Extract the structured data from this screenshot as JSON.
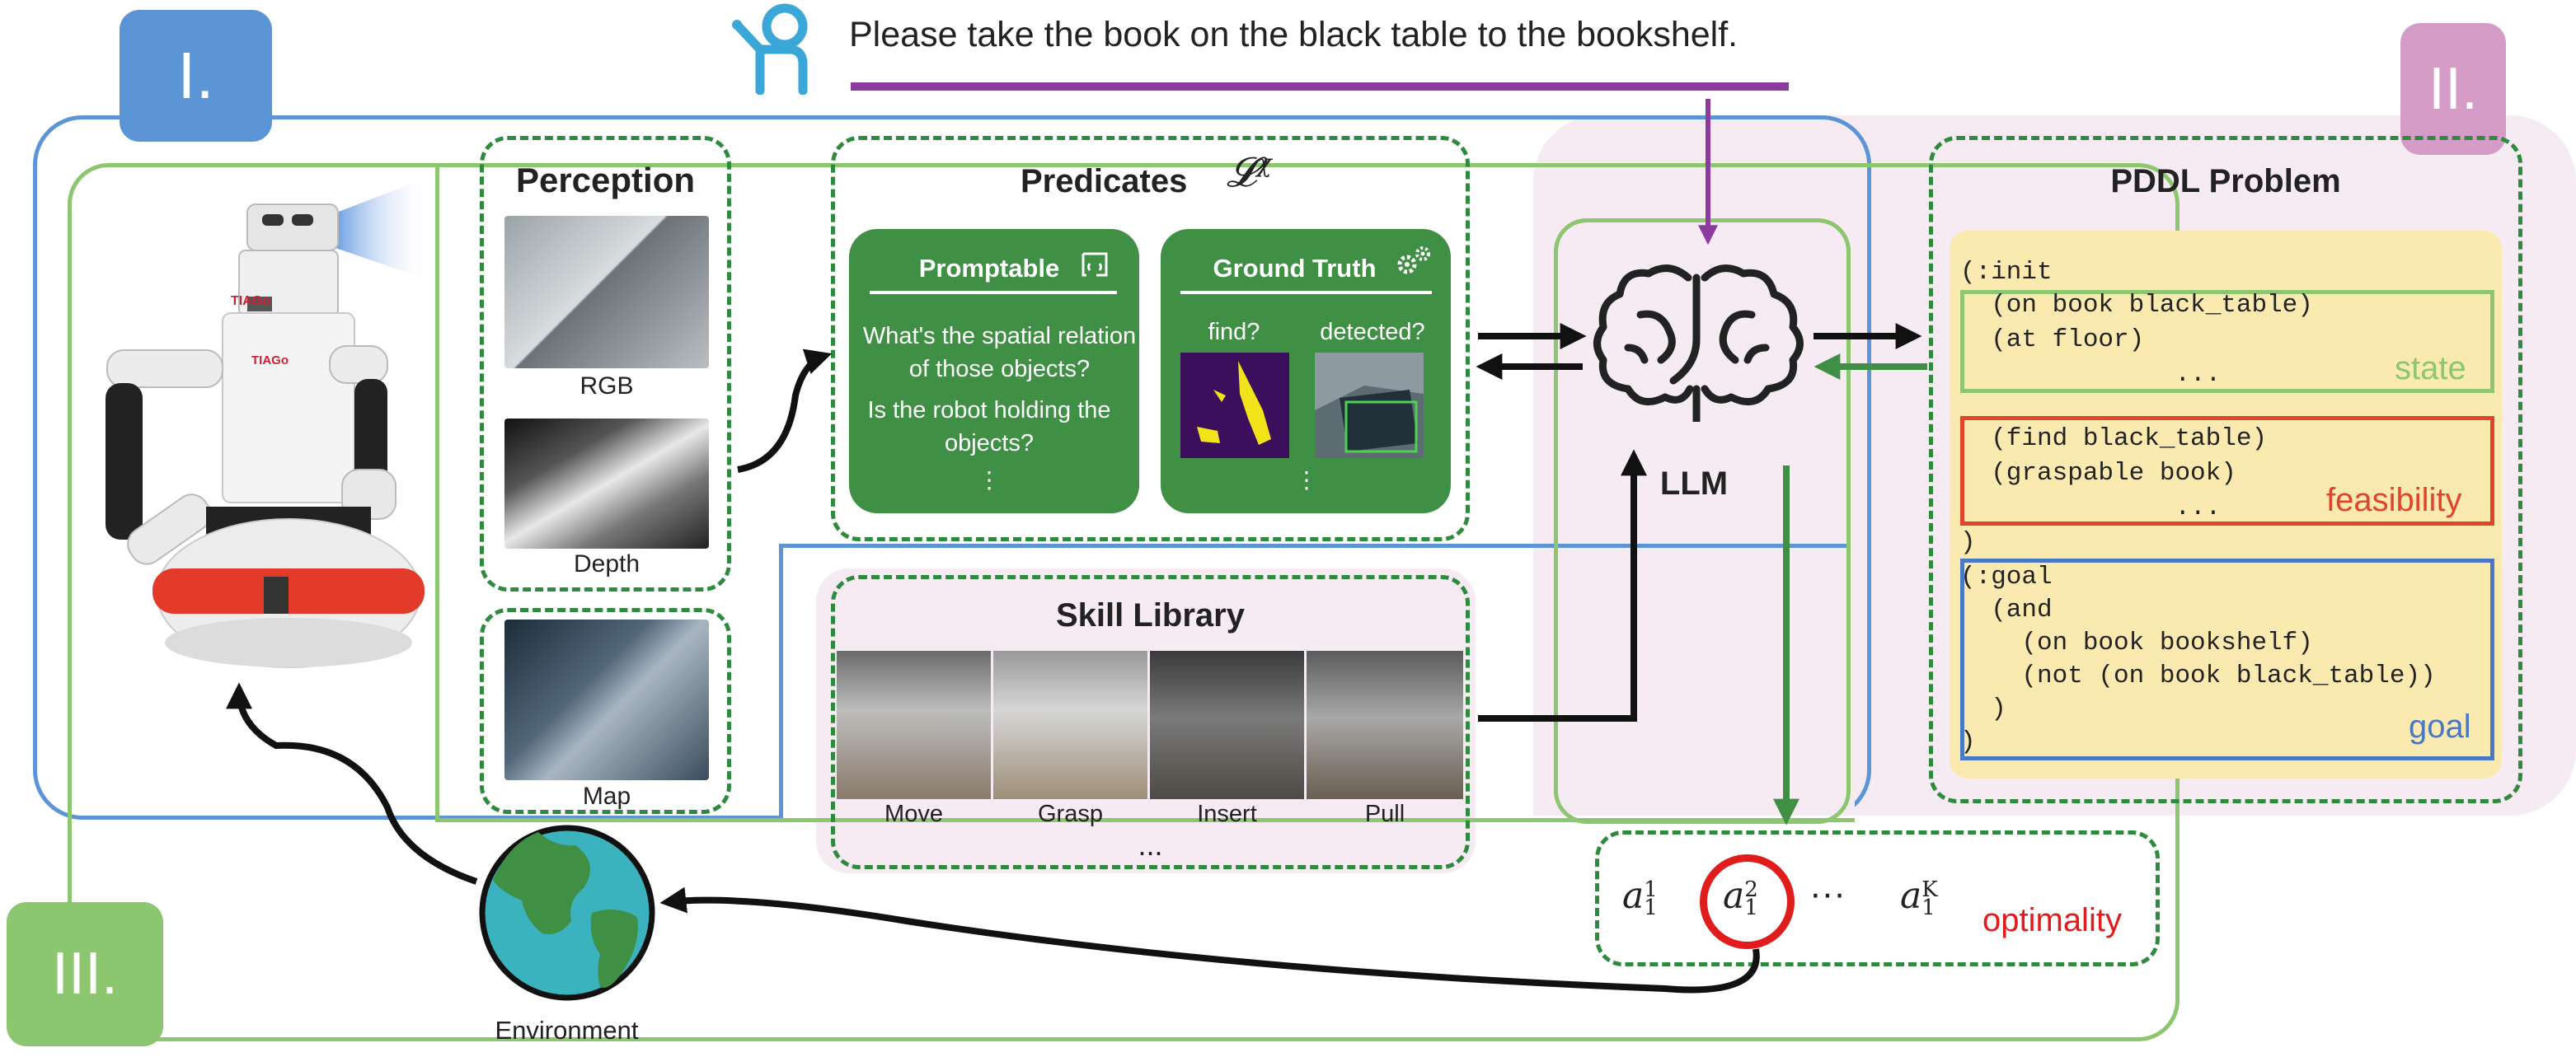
{
  "colors": {
    "blue": "#5b95d6",
    "green_light": "#8cc66e",
    "green_dark": "#2e8b3e",
    "green_card": "#3f8f45",
    "purple": "#8d3a9e",
    "pink_label": "#d59cc8",
    "pink_bg": "#f7ebf3",
    "yellow": "#fbeab0",
    "state": "#8cc66e",
    "feasibility": "#e0442a",
    "goal": "#4a78c4",
    "optimality": "#e01c1c"
  },
  "labels": {
    "stage1": "I.",
    "stage2": "II.",
    "stage3": "III."
  },
  "instruction": "Please take the book on the black table to the bookshelf.",
  "perception": {
    "title": "Perception",
    "rgb": "RGB",
    "depth": "Depth",
    "map": "Map"
  },
  "predicates": {
    "title": "Predicates",
    "symbol": "𝓛",
    "symbol_sup": "χ",
    "promptable": {
      "title": "Promptable",
      "q1": "What's the spatial relation of those objects?",
      "q2": "Is the robot holding the objects?",
      "more": "⋮"
    },
    "ground_truth": {
      "title": "Ground Truth",
      "find": "find?",
      "detected": "detected?",
      "more": "⋮"
    }
  },
  "llm": "LLM",
  "pddl": {
    "title": "PDDL Problem",
    "line_init": "(:init",
    "state_lines": [
      "  (on book black_table)",
      "  (at floor)",
      "              ..."
    ],
    "state_label": "state",
    "feas_lines": [
      "  (find black_table)",
      "  (graspable book)",
      "              ..."
    ],
    "feas_label": "feasibility",
    "line_close": ")",
    "goal_lines": [
      "(:goal",
      "  (and",
      "    (on book bookshelf)",
      "    (not (on book black_table))",
      "  )",
      ")"
    ],
    "goal_label": "goal"
  },
  "skills": {
    "title": "Skill Library",
    "items": [
      "Move",
      "Grasp",
      "Insert",
      "Pull"
    ],
    "more": "..."
  },
  "actions": {
    "a": "a",
    "sub": "1",
    "sups": [
      "1",
      "2",
      "K"
    ],
    "dots": "···",
    "optimality": "optimality"
  },
  "environment": "Environment"
}
